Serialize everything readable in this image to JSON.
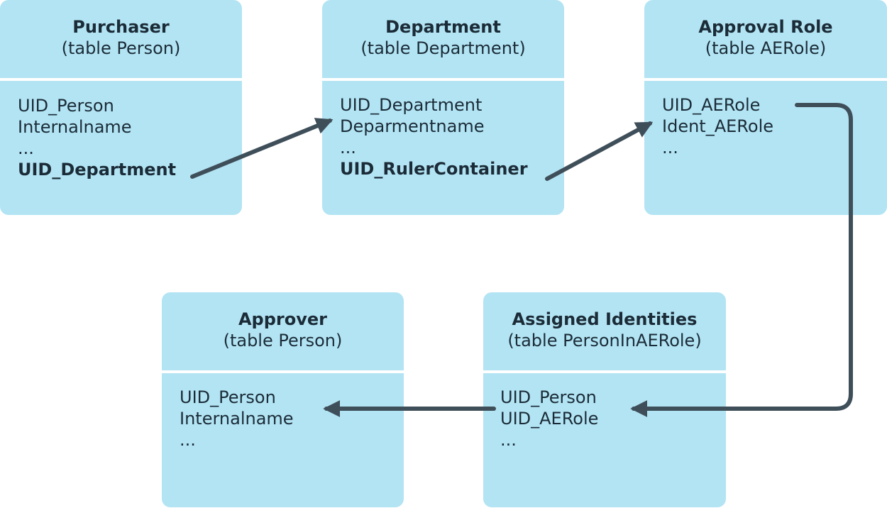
{
  "colors": {
    "box_fill": "#b3e4f3",
    "divider": "#ffffff",
    "text": "#1b2c38",
    "arrow": "#3f4f5a"
  },
  "tables": {
    "purchaser": {
      "title": "Purchaser",
      "subtitle": "(table Person)",
      "fields": [
        "UID_Person",
        "Internalname",
        "...",
        "UID_Department"
      ]
    },
    "department": {
      "title": "Department",
      "subtitle": "(table Department)",
      "fields": [
        "UID_Department",
        "Deparmentname",
        "...",
        "UID_RulerContainer"
      ]
    },
    "approval_role": {
      "title": "Approval Role",
      "subtitle": "(table AERole)",
      "fields": [
        "UID_AERole",
        "Ident_AERole",
        "..."
      ]
    },
    "assigned_identities": {
      "title": "Assigned Identities",
      "subtitle": "(table PersonInAERole)",
      "fields": [
        "UID_Person",
        "UID_AERole",
        "..."
      ]
    },
    "approver": {
      "title": "Approver",
      "subtitle": "(table Person)",
      "fields": [
        "UID_Person",
        "Internalname",
        "..."
      ]
    }
  },
  "relations": [
    {
      "from": "purchaser.UID_Department",
      "to": "department.UID_Department"
    },
    {
      "from": "department.UID_RulerContainer",
      "to": "approval_role.UID_AERole"
    },
    {
      "from": "approval_role.UID_AERole",
      "to": "assigned_identities.UID_AERole"
    },
    {
      "from": "assigned_identities.UID_Person",
      "to": "approver.UID_Person"
    }
  ]
}
